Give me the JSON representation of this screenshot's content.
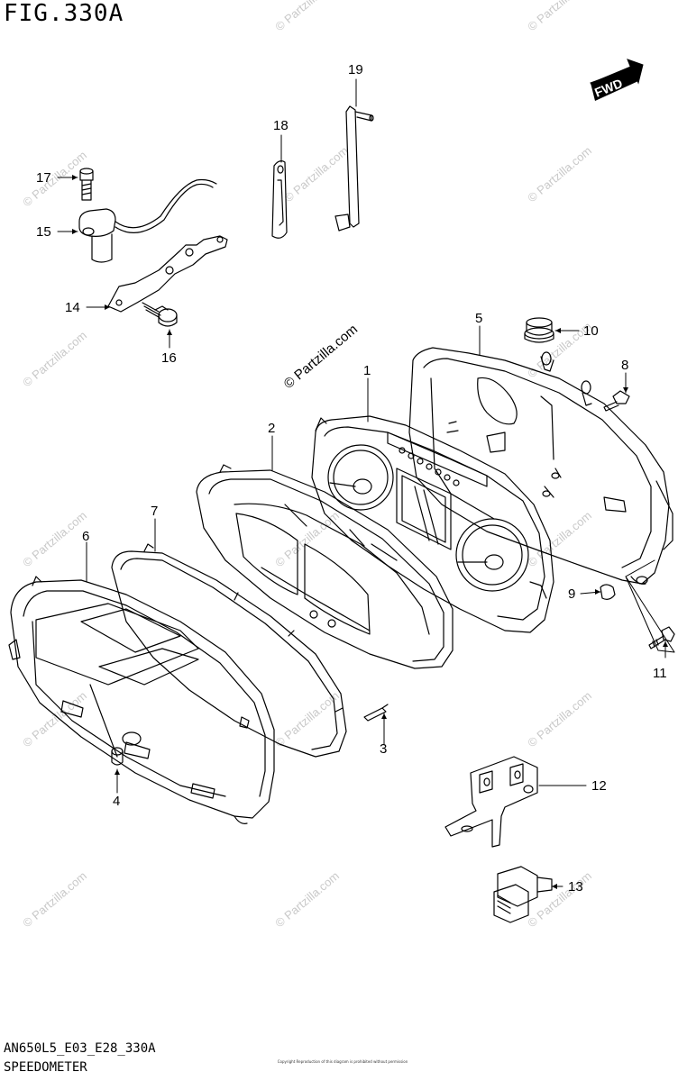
{
  "figure": {
    "title": "FIG.330A",
    "code": "AN650L5_E03_E28_330A",
    "name": "SPEEDOMETER",
    "direction_label": "FWD"
  },
  "watermark": "© Partzilla.com",
  "copyright_fine_print": "Copyright Reproduction of this diagram is prohibited without permission",
  "callouts": [
    "1",
    "2",
    "3",
    "4",
    "5",
    "6",
    "7",
    "8",
    "9",
    "10",
    "11",
    "12",
    "13",
    "14",
    "15",
    "16",
    "17",
    "18",
    "19"
  ]
}
